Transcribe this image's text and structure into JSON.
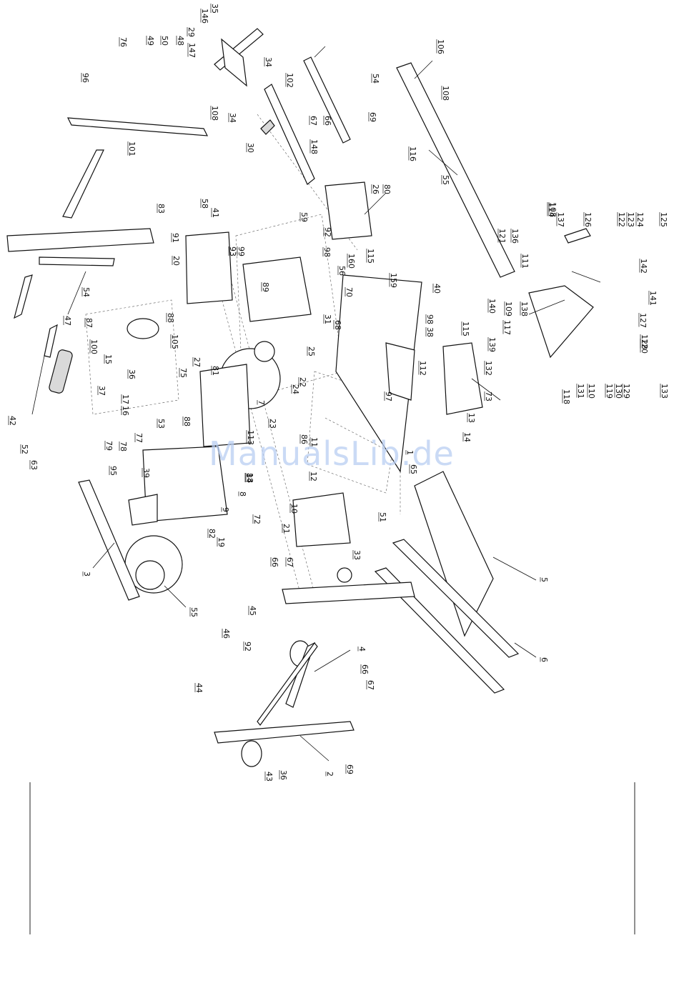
{
  "watermark": "ManualsLib.de",
  "callouts": [
    "1",
    "2",
    "3",
    "4",
    "5",
    "6",
    "7",
    "8",
    "9",
    "10",
    "11",
    "12",
    "13",
    "14",
    "15",
    "16",
    "17",
    "18",
    "19",
    "20",
    "21",
    "22",
    "23",
    "24",
    "25",
    "26",
    "27",
    "29",
    "30",
    "31",
    "33",
    "34",
    "34",
    "35",
    "36",
    "36",
    "37",
    "38",
    "39",
    "40",
    "41",
    "42",
    "43",
    "44",
    "45",
    "46",
    "47",
    "48",
    "49",
    "50",
    "51",
    "52",
    "53",
    "54",
    "54",
    "55",
    "55",
    "56",
    "58",
    "59",
    "63",
    "65",
    "66",
    "66",
    "66",
    "67",
    "67",
    "67",
    "68",
    "69",
    "69",
    "70",
    "72",
    "73",
    "75",
    "76",
    "77",
    "78",
    "79",
    "80",
    "81",
    "82",
    "83",
    "84",
    "86",
    "87",
    "88",
    "88",
    "89",
    "91",
    "92",
    "92",
    "93",
    "95",
    "96",
    "97",
    "98",
    "98",
    "99",
    "100",
    "101",
    "102",
    "105",
    "106",
    "108",
    "108",
    "108",
    "109",
    "110",
    "111",
    "112",
    "113",
    "114",
    "115",
    "115",
    "116",
    "117",
    "118",
    "119",
    "120",
    "121",
    "122",
    "123",
    "124",
    "125",
    "126",
    "127",
    "128",
    "129",
    "130",
    "131",
    "132",
    "133",
    "136",
    "137",
    "138",
    "139",
    "140",
    "141",
    "142",
    "146",
    "147",
    "148",
    "159",
    "160"
  ]
}
